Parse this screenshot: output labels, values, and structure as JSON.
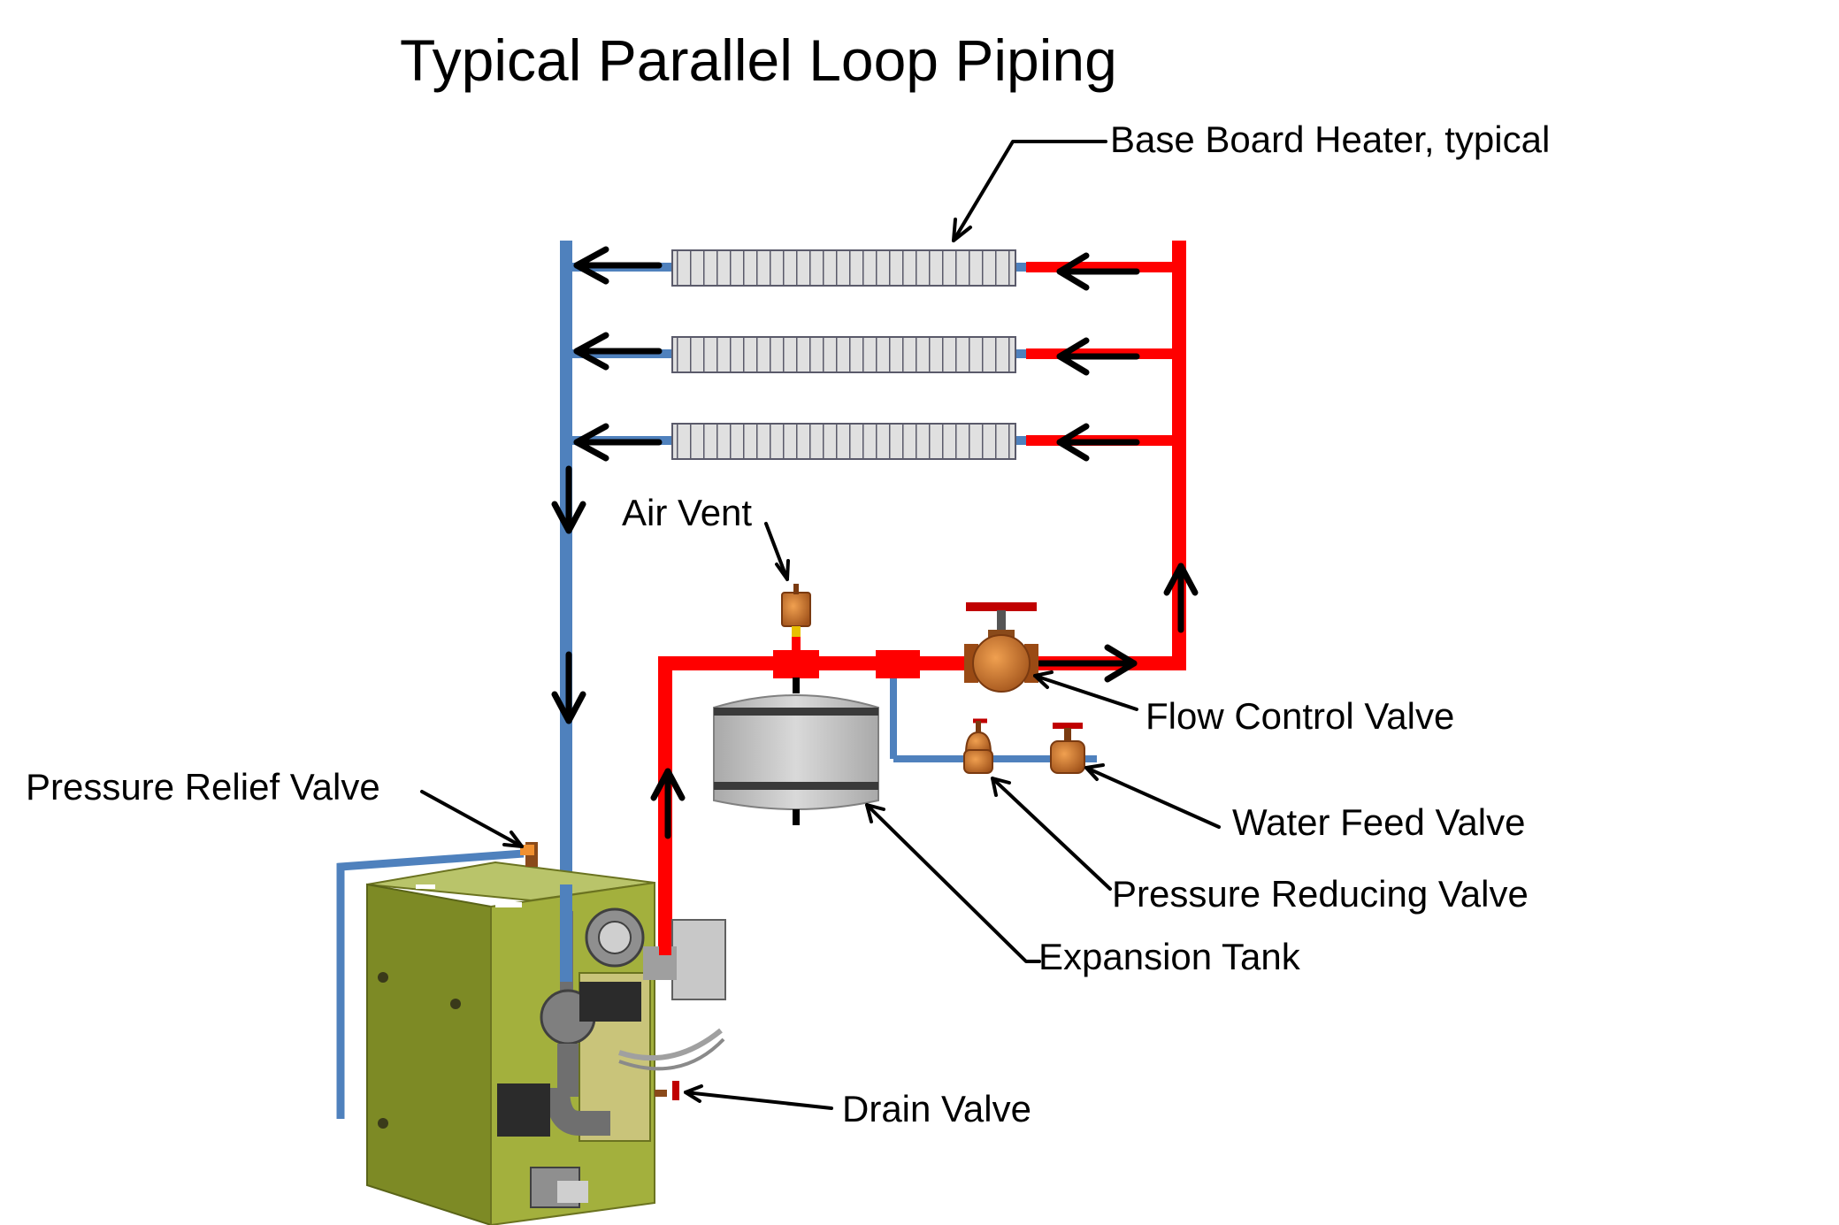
{
  "title": "Typical Parallel Loop Piping",
  "labels": {
    "baseboard": "Base Board Heater, typical",
    "air_vent": "Air Vent",
    "flow_control": "Flow Control Valve",
    "water_feed": "Water Feed Valve",
    "pressure_reducing": "Pressure Reducing Valve",
    "expansion_tank": "Expansion Tank",
    "pressure_relief": "Pressure Relief Valve",
    "drain": "Drain Valve"
  },
  "colors": {
    "supply": "#ff0000",
    "return": "#4f81bd",
    "boiler": "#9aa83a",
    "heater_fill": "#e0e0e0",
    "valve": "#d2691e",
    "tank": "#bfbfbf"
  }
}
